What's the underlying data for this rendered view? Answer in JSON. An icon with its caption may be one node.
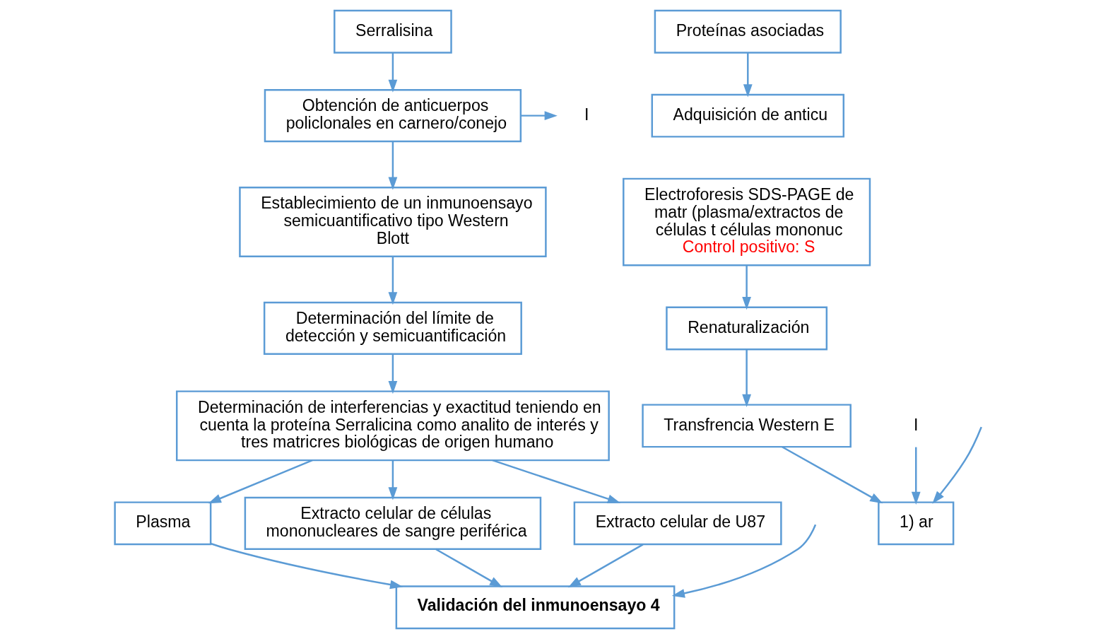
{
  "diagram": {
    "nodes": [
      {
        "text": [
          "Serralisina"
        ]
      },
      {
        "text": [
          "Obtención de anticuerpos policlonales en carnero/conejo"
        ]
      },
      {
        "text": [
          "I"
        ]
      },
      {
        "text": [
          "Establecimiento de un inmunoensayo semicuantificativo tipo Western Blott"
        ]
      },
      {
        "text": [
          "Determinación del límite de detección y semicuantificación"
        ]
      },
      {
        "text": [
          "Determinación de interferencias y exactitud teniendo en cuenta la proteína Serralicina como analito de interés y tres matricres biológicas de origen humano"
        ]
      },
      {
        "text": [
          "Plasma"
        ]
      },
      {
        "text": [
          "Extracto celular de células mononucleares de sangre periférica"
        ]
      },
      {
        "text": [
          "Extracto celular de U87"
        ]
      },
      {
        "text": [
          "Validación del inmunoensayo 4"
        ]
      },
      {
        "text": [
          "Proteínas asociadas"
        ]
      },
      {
        "text": [
          "Adquisición de anticu"
        ]
      },
      {
        "text": [
          "Electroforesis SDS-PAGE de matr (plasma/extractos de células t células mononuc",
          "Control positivo: S"
        ]
      },
      {
        "text": [
          "Renaturalización"
        ]
      },
      {
        "text": [
          "Transfrencia Western E"
        ]
      },
      {
        "text": [
          "I"
        ]
      },
      {
        "text": [
          "1) ar"
        ]
      }
    ],
    "edges": [
      {
        "from": 0,
        "to": 1,
        "arrow": "to"
      },
      {
        "from": 1,
        "to": 2,
        "arrow": "to"
      },
      {
        "from": 1,
        "to": 3,
        "arrow": "to"
      },
      {
        "from": 3,
        "to": 4,
        "arrow": "to"
      },
      {
        "from": 4,
        "to": 5,
        "arrow": "to"
      },
      {
        "from": 5,
        "to": 6,
        "arrow": "to"
      },
      {
        "from": 5,
        "to": 7,
        "arrow": "to"
      },
      {
        "from": 5,
        "to": 8,
        "arrow": "to"
      },
      {
        "from": 6,
        "to": 9,
        "arrow": "to"
      },
      {
        "from": 7,
        "to": 9,
        "arrow": "to"
      },
      {
        "from": 8,
        "to": 9,
        "arrow": "to"
      },
      {
        "from": 10,
        "to": 11,
        "arrow": "to"
      },
      {
        "from": 12,
        "to": 13,
        "arrow": "to"
      },
      {
        "from": 13,
        "to": 14,
        "arrow": "to"
      },
      {
        "from": 14,
        "to": 16,
        "arrow": "to"
      },
      {
        "from": 15,
        "to": 16,
        "arrow": "to"
      },
      {
        "from": null,
        "to": 16,
        "arrow": "to"
      },
      {
        "from": null,
        "to": 9,
        "arrow": "to"
      }
    ]
  }
}
